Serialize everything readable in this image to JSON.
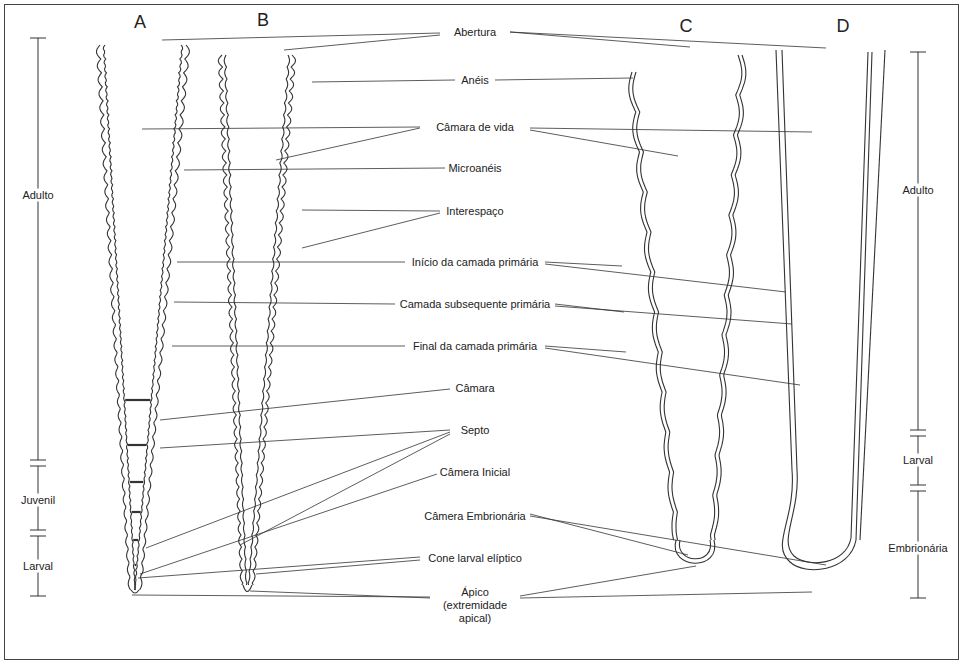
{
  "diagram": {
    "labels": [
      "A",
      "B",
      "C",
      "D",
      "Abertura",
      "Anéis",
      "Câmara de vida",
      "Microanéis",
      "Interespaço",
      "Início da camada primária",
      "Camada subsequente primária",
      "Final da camada primária",
      "Câmara",
      "Septo",
      "Câmera Inicial",
      "Câmera Embrionária",
      "Cone larval elíptico",
      "Ápico (extremidade apical)",
      "Adulto",
      "Juvenil",
      "Larval",
      "Adulto",
      "Larval",
      "Embrionária"
    ]
  }
}
